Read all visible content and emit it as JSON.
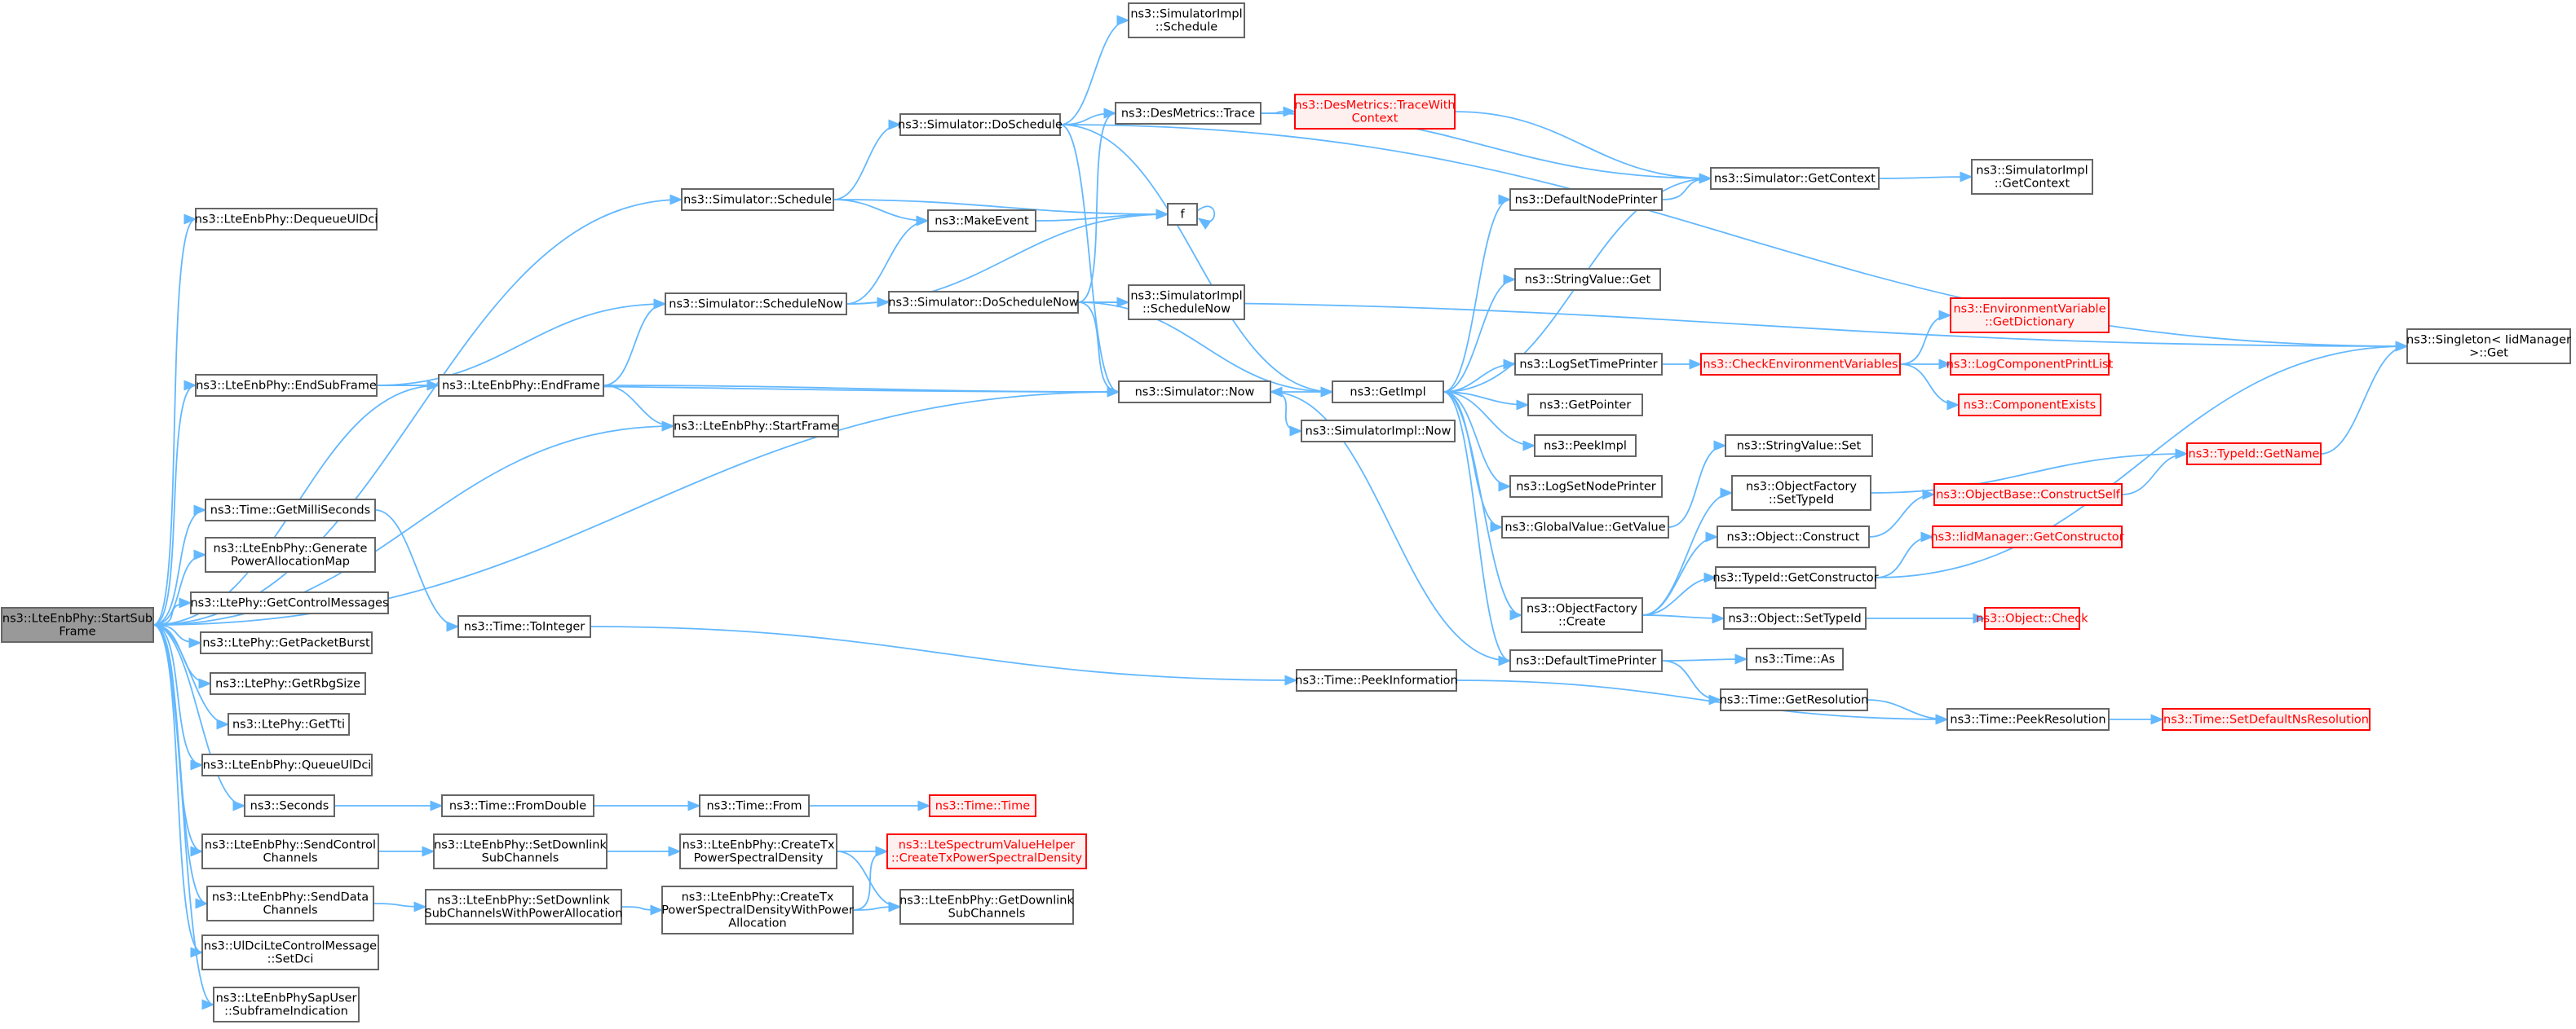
{
  "graph": {
    "nodes": [
      {
        "id": "n0",
        "lines": [
          "ns3::LteEnbPhy::StartSub",
          "Frame"
        ],
        "root": true
      },
      {
        "id": "n1",
        "lines": [
          "ns3::LteEnbPhy::DequeueUlDci"
        ]
      },
      {
        "id": "n2",
        "lines": [
          "ns3::Simulator::Schedule"
        ]
      },
      {
        "id": "n3",
        "lines": [
          "ns3::LteEnbPhy::EndSubFrame"
        ]
      },
      {
        "id": "n4",
        "lines": [
          "ns3::Simulator::ScheduleNow"
        ]
      },
      {
        "id": "n5",
        "lines": [
          "ns3::LteEnbPhy::EndFrame"
        ]
      },
      {
        "id": "n6",
        "lines": [
          "ns3::LteEnbPhy::StartFrame"
        ]
      },
      {
        "id": "n7",
        "lines": [
          "ns3::Simulator::Now"
        ]
      },
      {
        "id": "n8",
        "lines": [
          "ns3::Time::GetMilliSeconds"
        ]
      },
      {
        "id": "n9",
        "lines": [
          "ns3::Time::ToInteger"
        ]
      },
      {
        "id": "n10",
        "lines": [
          "ns3::LteEnbPhy::Generate",
          "PowerAllocationMap"
        ]
      },
      {
        "id": "n11",
        "lines": [
          "ns3::LtePhy::GetControlMessages"
        ]
      },
      {
        "id": "n12",
        "lines": [
          "ns3::LtePhy::GetPacketBurst"
        ]
      },
      {
        "id": "n13",
        "lines": [
          "ns3::LtePhy::GetRbgSize"
        ]
      },
      {
        "id": "n14",
        "lines": [
          "ns3::LtePhy::GetTti"
        ]
      },
      {
        "id": "n15",
        "lines": [
          "ns3::LteEnbPhy::QueueUlDci"
        ]
      },
      {
        "id": "n16",
        "lines": [
          "ns3::Seconds"
        ]
      },
      {
        "id": "n17",
        "lines": [
          "ns3::Time::FromDouble"
        ]
      },
      {
        "id": "n18",
        "lines": [
          "ns3::Time::From"
        ]
      },
      {
        "id": "n19",
        "lines": [
          "ns3::Time::Time"
        ],
        "red": true
      },
      {
        "id": "n20",
        "lines": [
          "ns3::LteEnbPhy::SendControl",
          "Channels"
        ]
      },
      {
        "id": "n21",
        "lines": [
          "ns3::LteEnbPhy::SetDownlink",
          "SubChannels"
        ]
      },
      {
        "id": "n22",
        "lines": [
          "ns3::LteEnbPhy::CreateTx",
          "PowerSpectralDensity"
        ]
      },
      {
        "id": "n23",
        "lines": [
          "ns3::LteSpectrumValueHelper",
          "::CreateTxPowerSpectralDensity"
        ],
        "red": true
      },
      {
        "id": "n24",
        "lines": [
          "ns3::LteEnbPhy::GetDownlink",
          "SubChannels"
        ]
      },
      {
        "id": "n25",
        "lines": [
          "ns3::LteEnbPhy::SendData",
          "Channels"
        ]
      },
      {
        "id": "n26",
        "lines": [
          "ns3::LteEnbPhy::SetDownlink",
          "SubChannelsWithPowerAllocation"
        ]
      },
      {
        "id": "n27",
        "lines": [
          "ns3::LteEnbPhy::CreateTx",
          "PowerSpectralDensityWithPower",
          "Allocation"
        ]
      },
      {
        "id": "n28",
        "lines": [
          "ns3::UlDciLteControlMessage",
          "::SetDci"
        ]
      },
      {
        "id": "n29",
        "lines": [
          "ns3::LteEnbPhySapUser",
          "::SubframeIndication"
        ]
      },
      {
        "id": "n30",
        "lines": [
          "ns3::Simulator::DoSchedule"
        ]
      },
      {
        "id": "n31",
        "lines": [
          "ns3::SimulatorImpl",
          "::Schedule"
        ]
      },
      {
        "id": "n32",
        "lines": [
          "ns3::DesMetrics::Trace"
        ]
      },
      {
        "id": "n33",
        "lines": [
          "ns3::DesMetrics::TraceWith",
          "Context"
        ],
        "red": true
      },
      {
        "id": "n34",
        "lines": [
          "ns3::MakeEvent"
        ]
      },
      {
        "id": "n35",
        "lines": [
          "f"
        ]
      },
      {
        "id": "n36",
        "lines": [
          "ns3::Simulator::DoScheduleNow"
        ]
      },
      {
        "id": "n37",
        "lines": [
          "ns3::SimulatorImpl",
          "::ScheduleNow"
        ]
      },
      {
        "id": "n38",
        "lines": [
          "ns3::GetImpl"
        ]
      },
      {
        "id": "n39",
        "lines": [
          "ns3::SimulatorImpl::Now"
        ]
      },
      {
        "id": "n40",
        "lines": [
          "ns3::Time::PeekInformation"
        ]
      },
      {
        "id": "n41",
        "lines": [
          "ns3::Simulator::GetContext"
        ]
      },
      {
        "id": "n42",
        "lines": [
          "ns3::SimulatorImpl",
          "::GetContext"
        ]
      },
      {
        "id": "n43",
        "lines": [
          "ns3::DefaultNodePrinter"
        ]
      },
      {
        "id": "n44",
        "lines": [
          "ns3::StringValue::Get"
        ]
      },
      {
        "id": "n45",
        "lines": [
          "ns3::LogSetTimePrinter"
        ]
      },
      {
        "id": "n46",
        "lines": [
          "ns3::CheckEnvironmentVariables"
        ],
        "red": true
      },
      {
        "id": "n47",
        "lines": [
          "ns3::EnvironmentVariable",
          "::GetDictionary"
        ],
        "red": true
      },
      {
        "id": "n48",
        "lines": [
          "ns3::LogComponentPrintList"
        ],
        "red": true
      },
      {
        "id": "n49",
        "lines": [
          "ns3::ComponentExists"
        ],
        "red": true
      },
      {
        "id": "n50",
        "lines": [
          "ns3::GetPointer"
        ]
      },
      {
        "id": "n51",
        "lines": [
          "ns3::PeekImpl"
        ]
      },
      {
        "id": "n52",
        "lines": [
          "ns3::LogSetNodePrinter"
        ]
      },
      {
        "id": "n53",
        "lines": [
          "ns3::GlobalValue::GetValue"
        ]
      },
      {
        "id": "n54",
        "lines": [
          "ns3::StringValue::Set"
        ]
      },
      {
        "id": "n55",
        "lines": [
          "ns3::ObjectFactory",
          "::SetTypeId"
        ]
      },
      {
        "id": "n56",
        "lines": [
          "ns3::TypeId::GetName"
        ],
        "red": true
      },
      {
        "id": "n57",
        "lines": [
          "ns3::Singleton< IidManager",
          ">::Get"
        ]
      },
      {
        "id": "n58",
        "lines": [
          "ns3::ObjectBase::ConstructSelf"
        ],
        "red": true
      },
      {
        "id": "n59",
        "lines": [
          "ns3::Object::Construct"
        ]
      },
      {
        "id": "n60",
        "lines": [
          "ns3::IidManager::GetConstructor"
        ],
        "red": true
      },
      {
        "id": "n61",
        "lines": [
          "ns3::TypeId::GetConstructor"
        ]
      },
      {
        "id": "n62",
        "lines": [
          "ns3::ObjectFactory",
          "::Create"
        ]
      },
      {
        "id": "n63",
        "lines": [
          "ns3::Object::SetTypeId"
        ]
      },
      {
        "id": "n64",
        "lines": [
          "ns3::Object::Check"
        ],
        "red": true
      },
      {
        "id": "n65",
        "lines": [
          "ns3::DefaultTimePrinter"
        ]
      },
      {
        "id": "n66",
        "lines": [
          "ns3::Time::As"
        ]
      },
      {
        "id": "n67",
        "lines": [
          "ns3::Time::GetResolution"
        ]
      },
      {
        "id": "n68",
        "lines": [
          "ns3::Time::PeekResolution"
        ]
      },
      {
        "id": "n69",
        "lines": [
          "ns3::Time::SetDefaultNsResolution"
        ],
        "red": true
      }
    ],
    "edges": [
      [
        "n0",
        "n1"
      ],
      [
        "n0",
        "n2"
      ],
      [
        "n0",
        "n3"
      ],
      [
        "n0",
        "n5"
      ],
      [
        "n0",
        "n6"
      ],
      [
        "n0",
        "n7"
      ],
      [
        "n0",
        "n8"
      ],
      [
        "n0",
        "n10"
      ],
      [
        "n0",
        "n11"
      ],
      [
        "n0",
        "n12"
      ],
      [
        "n0",
        "n13"
      ],
      [
        "n0",
        "n14"
      ],
      [
        "n0",
        "n15"
      ],
      [
        "n0",
        "n16"
      ],
      [
        "n0",
        "n20"
      ],
      [
        "n0",
        "n25"
      ],
      [
        "n0",
        "n28"
      ],
      [
        "n0",
        "n29"
      ],
      [
        "n2",
        "n30"
      ],
      [
        "n2",
        "n34"
      ],
      [
        "n2",
        "n35"
      ],
      [
        "n3",
        "n4"
      ],
      [
        "n3",
        "n5"
      ],
      [
        "n3",
        "n7"
      ],
      [
        "n4",
        "n36"
      ],
      [
        "n4",
        "n34"
      ],
      [
        "n4",
        "n35"
      ],
      [
        "n5",
        "n4"
      ],
      [
        "n5",
        "n6"
      ],
      [
        "n5",
        "n7"
      ],
      [
        "n8",
        "n9"
      ],
      [
        "n9",
        "n40"
      ],
      [
        "n16",
        "n17"
      ],
      [
        "n17",
        "n18"
      ],
      [
        "n18",
        "n19"
      ],
      [
        "n20",
        "n21"
      ],
      [
        "n21",
        "n22"
      ],
      [
        "n22",
        "n23"
      ],
      [
        "n22",
        "n24"
      ],
      [
        "n25",
        "n26"
      ],
      [
        "n26",
        "n27"
      ],
      [
        "n27",
        "n23"
      ],
      [
        "n27",
        "n24"
      ],
      [
        "n30",
        "n31"
      ],
      [
        "n30",
        "n32"
      ],
      [
        "n30",
        "n38"
      ],
      [
        "n30",
        "n7"
      ],
      [
        "n30",
        "n57"
      ],
      [
        "n32",
        "n33"
      ],
      [
        "n32",
        "n41"
      ],
      [
        "n33",
        "n41"
      ],
      [
        "n34",
        "n35"
      ],
      [
        "n35",
        "n35"
      ],
      [
        "n36",
        "n37"
      ],
      [
        "n36",
        "n38"
      ],
      [
        "n36",
        "n7"
      ],
      [
        "n36",
        "n32"
      ],
      [
        "n36",
        "n57"
      ],
      [
        "n7",
        "n38"
      ],
      [
        "n7",
        "n39"
      ],
      [
        "n38",
        "n41"
      ],
      [
        "n38",
        "n43"
      ],
      [
        "n38",
        "n44"
      ],
      [
        "n38",
        "n45"
      ],
      [
        "n38",
        "n50"
      ],
      [
        "n38",
        "n51"
      ],
      [
        "n38",
        "n52"
      ],
      [
        "n38",
        "n53"
      ],
      [
        "n38",
        "n62"
      ],
      [
        "n38",
        "n65"
      ],
      [
        "n41",
        "n42"
      ],
      [
        "n43",
        "n41"
      ],
      [
        "n45",
        "n46"
      ],
      [
        "n46",
        "n47"
      ],
      [
        "n46",
        "n48"
      ],
      [
        "n46",
        "n49"
      ],
      [
        "n53",
        "n54"
      ],
      [
        "n62",
        "n55"
      ],
      [
        "n62",
        "n59"
      ],
      [
        "n62",
        "n61"
      ],
      [
        "n62",
        "n63"
      ],
      [
        "n55",
        "n56"
      ],
      [
        "n59",
        "n58"
      ],
      [
        "n58",
        "n56"
      ],
      [
        "n56",
        "n57"
      ],
      [
        "n61",
        "n60"
      ],
      [
        "n61",
        "n57"
      ],
      [
        "n63",
        "n64"
      ],
      [
        "n65",
        "n66"
      ],
      [
        "n65",
        "n67"
      ],
      [
        "n65",
        "n7"
      ],
      [
        "n67",
        "n68"
      ],
      [
        "n40",
        "n68"
      ],
      [
        "n68",
        "n69"
      ]
    ]
  }
}
